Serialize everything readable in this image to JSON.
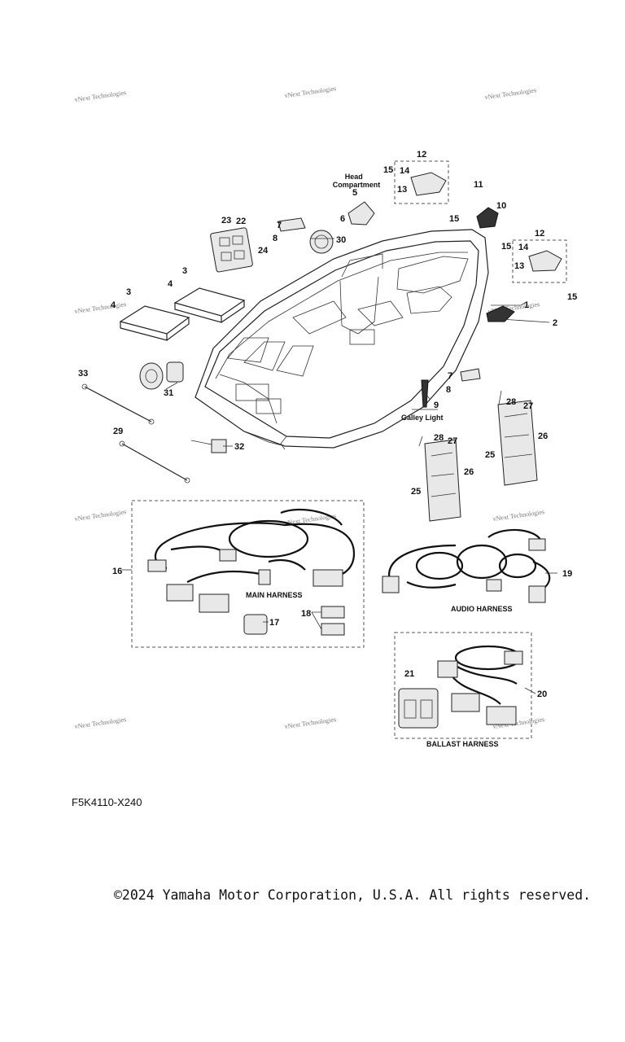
{
  "watermark": "vNext Technologies",
  "labels": {
    "head_compartment": "Head\nCompartment",
    "galley_light": "Galley Light",
    "main_harness": "MAIN HARNESS",
    "audio_harness": "AUDIO HARNESS",
    "ballast_harness": "BALLAST HARNESS"
  },
  "callouts": [
    "1",
    "2",
    "3",
    "4",
    "5",
    "6",
    "7",
    "8",
    "9",
    "10",
    "11",
    "12",
    "13",
    "14",
    "15",
    "16",
    "17",
    "18",
    "19",
    "20",
    "21",
    "22",
    "23",
    "24",
    "25",
    "26",
    "27",
    "28",
    "29",
    "30",
    "31",
    "32",
    "33"
  ],
  "diagram_code": "F5K4110-X240",
  "copyright": "©2024 Yamaha Motor Corporation, U.S.A. All rights reserved."
}
